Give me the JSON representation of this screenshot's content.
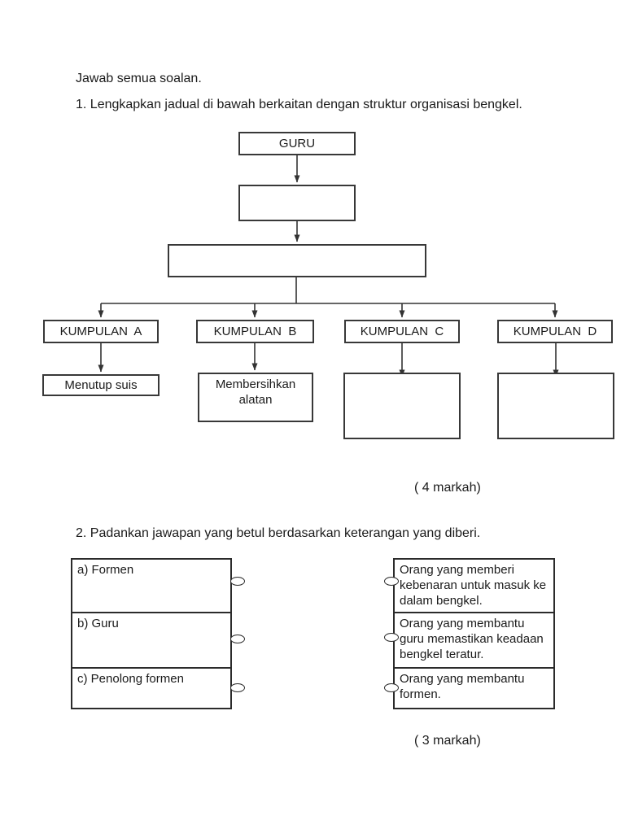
{
  "instruction": "Jawab semua soalan.",
  "q1": {
    "prompt": "1. Lengkapkan jadual di bawah berkaitan dengan struktur organisasi bengkel.",
    "marks": "( 4 markah)",
    "chart": {
      "type": "org-flowchart",
      "root": "GURU",
      "level2": "",
      "level3": "",
      "groups": [
        {
          "label": "KUMPULAN  A",
          "task": "Menutup suis"
        },
        {
          "label": "KUMPULAN  B",
          "task": "Membersihkan alatan"
        },
        {
          "label": "KUMPULAN  C",
          "task": ""
        },
        {
          "label": "KUMPULAN  D",
          "task": ""
        }
      ]
    }
  },
  "q2": {
    "prompt": "2. Padankan jawapan yang betul berdasarkan keterangan yang diberi.",
    "marks": "( 3 markah)",
    "left_items": [
      {
        "label": "a) Formen"
      },
      {
        "label": "b) Guru"
      },
      {
        "label": "c) Penolong formen"
      }
    ],
    "right_items": [
      {
        "label": "Orang yang memberi kebenaran untuk masuk ke dalam bengkel."
      },
      {
        "label": "Orang yang membantu guru memastikan keadaan bengkel teratur."
      },
      {
        "label": "Orang yang membantu formen."
      }
    ]
  },
  "colors": {
    "ink": "#1a1a1a",
    "line": "#333333",
    "paper": "#ffffff"
  }
}
